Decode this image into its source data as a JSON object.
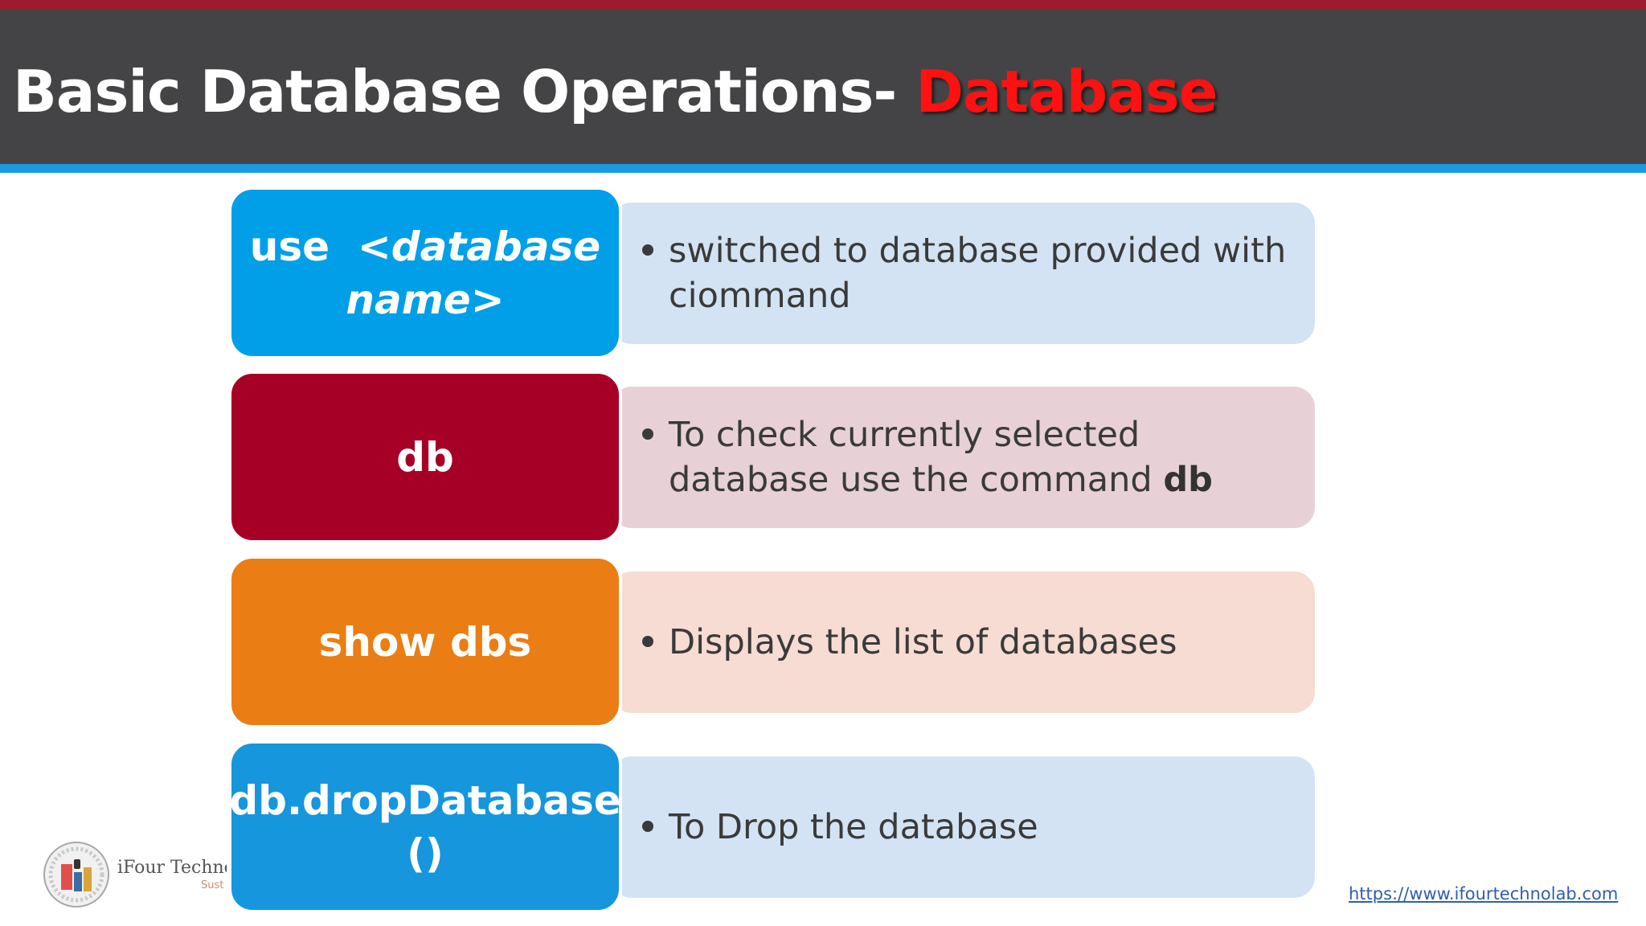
{
  "slide": {
    "title_main": "Basic Database Operations- ",
    "title_accent": "Database"
  },
  "operations": [
    {
      "command_line1": "use ",
      "command_italic": "<database",
      "command_line2": "name>",
      "description": "switched to database provided with ciommand",
      "description_bold": ""
    },
    {
      "command_line1": "db",
      "description": "To check currently selected database use the command ",
      "description_bold": "db"
    },
    {
      "command_line1": "show dbs",
      "description": "Displays the list of databases",
      "description_bold": ""
    },
    {
      "command_line1": "db.dropDatabase",
      "command_line2": "()",
      "description": "To Drop the database",
      "description_bold": ""
    }
  ],
  "footer": {
    "company_name": "iFour Technola",
    "tagline_fragment": "Sust",
    "website": "https://www.ifourtechnolab.com"
  },
  "colors": {
    "header_bg": "#444446",
    "accent_red": "#ff1111",
    "rule_blue": "#1a9be0",
    "cmd_cyan": "#019fe8",
    "cmd_crimson": "#a70026",
    "cmd_orange": "#ea7d14",
    "cmd_blue": "#1696dc",
    "desc_blue": "#d3e3f4",
    "desc_pink": "#e8d1d6",
    "desc_peach": "#f7dcd3"
  },
  "icons": {
    "logo": "ifour-logo-icon",
    "bullet": "bullet-dot-icon"
  }
}
